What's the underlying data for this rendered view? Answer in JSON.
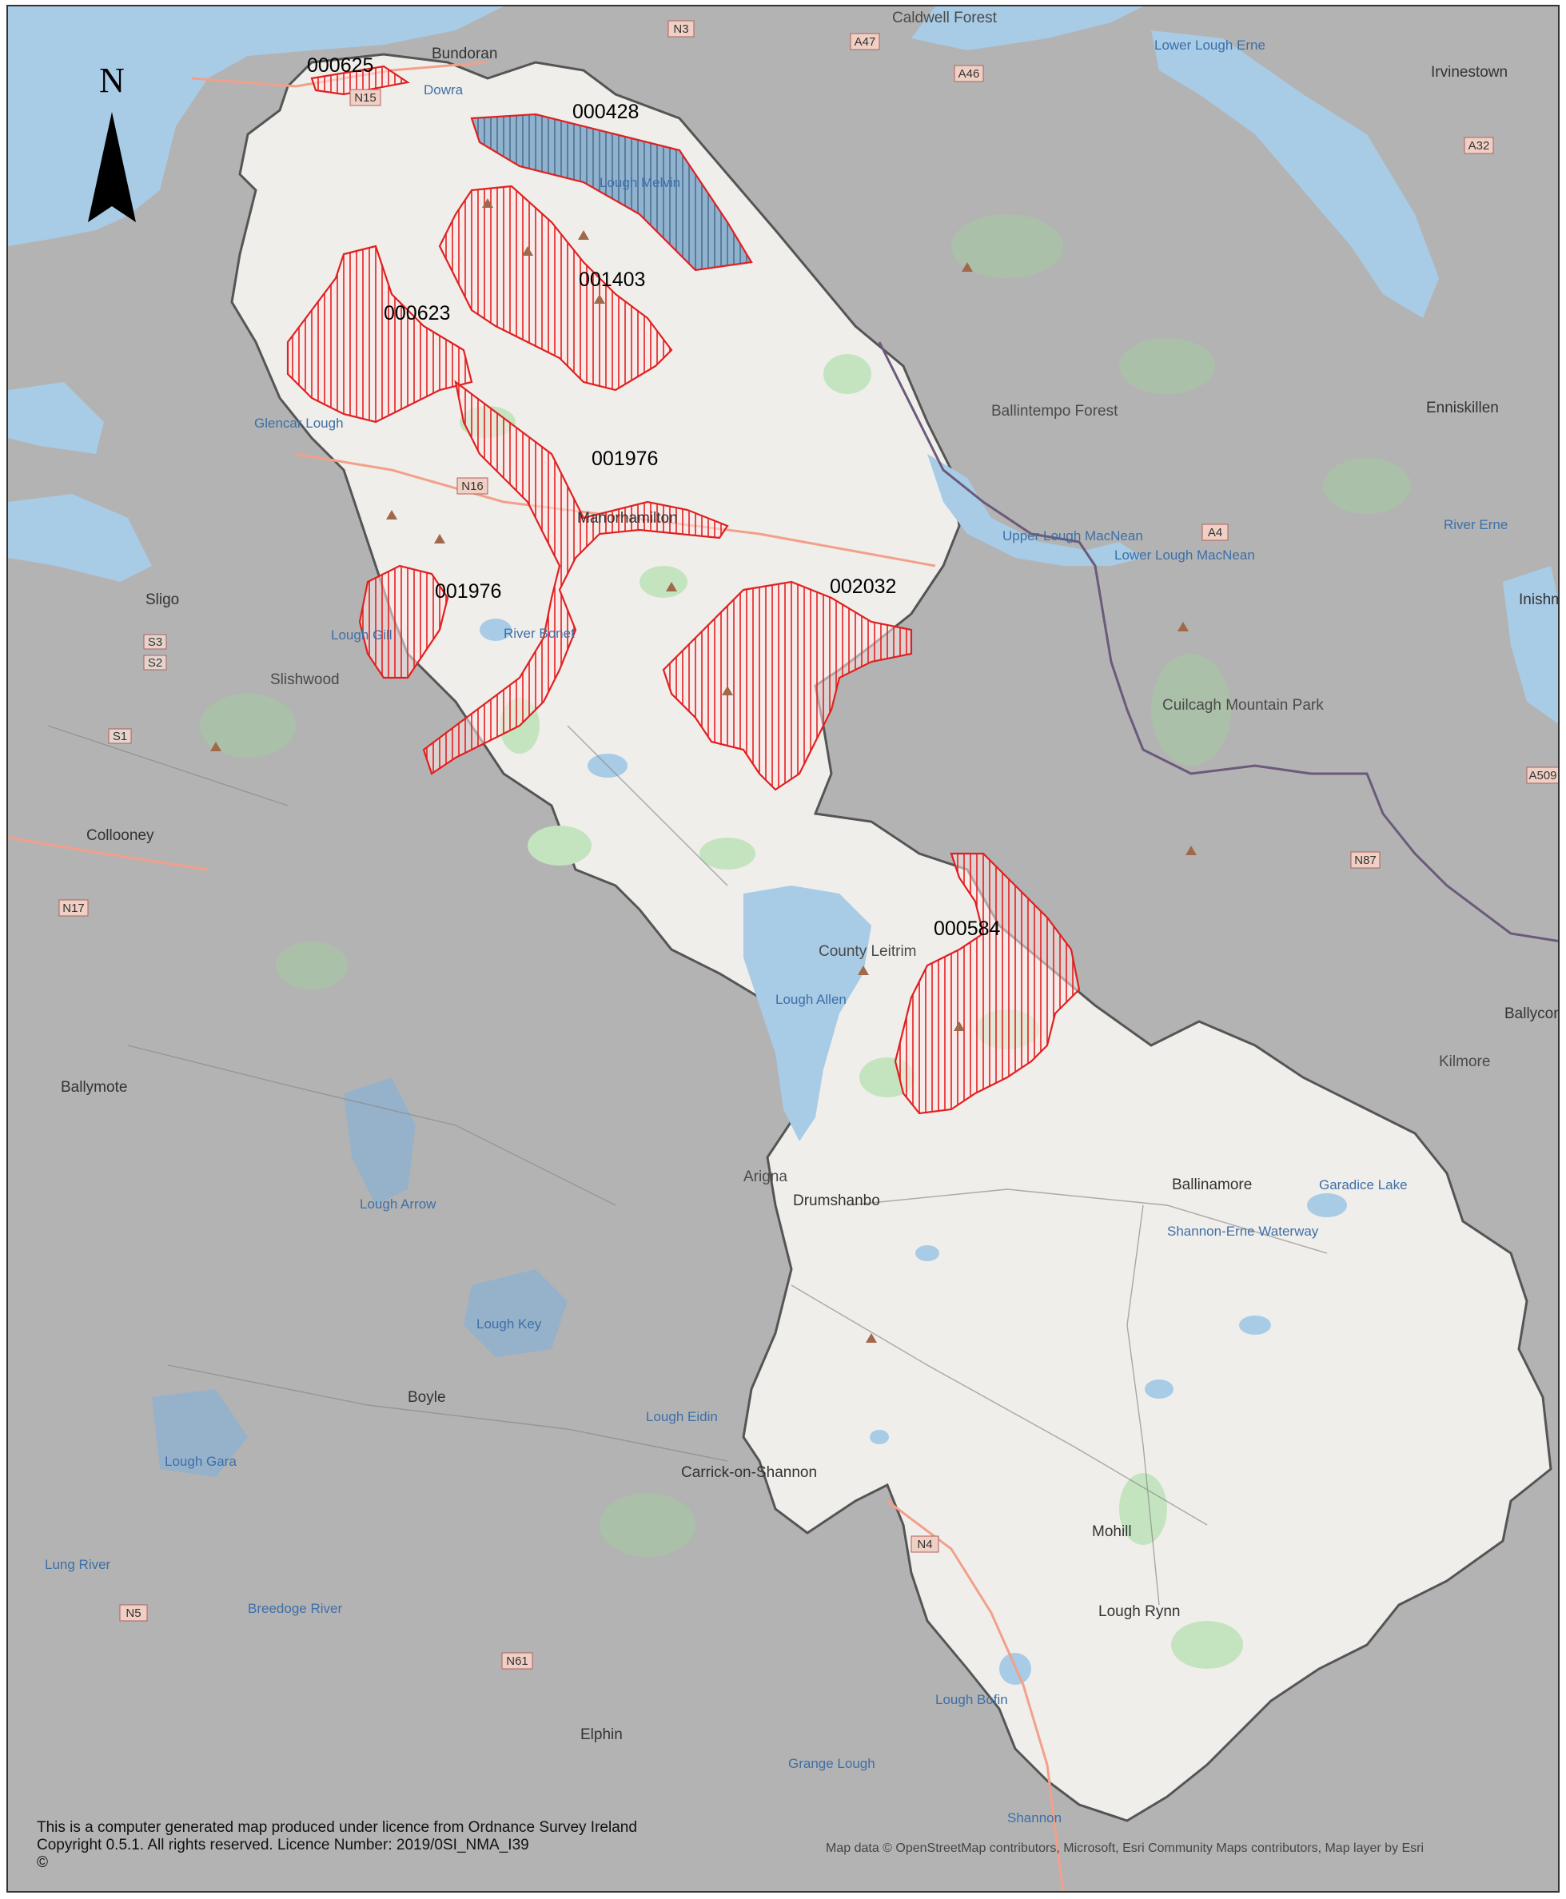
{
  "north_arrow": {
    "label": "N"
  },
  "colors": {
    "water": "#a8cbe6",
    "land_outside": "#b3b3b3",
    "land_inside": "#f0eeea",
    "woods": "#c4e4bf",
    "sac_stroke": "#e02020",
    "boundary": "#555555",
    "road_major": "#f2a08a"
  },
  "sites": [
    {
      "code": "000625"
    },
    {
      "code": "000428"
    },
    {
      "code": "001403"
    },
    {
      "code": "000623"
    },
    {
      "code": "001976"
    },
    {
      "code": "001976"
    },
    {
      "code": "002032"
    },
    {
      "code": "000584"
    }
  ],
  "places": [
    "Bundoran",
    "Irvinestown",
    "Enniskillen",
    "Ballintempo Forest",
    "Glencar Lough",
    "Manorhamilton",
    "Sligo",
    "Slishwood",
    "River Bonet",
    "Lough Gill",
    "Collooney",
    "Ballymote",
    "Cuilcagh Mountain Park",
    "Inishmore",
    "Upper Lough MacNean",
    "Lower Lough MacNean",
    "River Erne",
    "County Leitrim",
    "Lough Allen",
    "Ballyconnell",
    "Drumshanbo",
    "Ballinamore",
    "Garadice Lake",
    "Shannon-Erne Waterway",
    "Lough Arrow",
    "Lough Key",
    "Boyle",
    "Lough Eidin",
    "Lough Gara",
    "Carrick-on-Shannon",
    "Mohill",
    "Lough Rynn",
    "Lung River",
    "Breedoge River",
    "Elphin",
    "Grange Lough",
    "Lough Bofin",
    "Shannon",
    "Lough Melvin",
    "Lower Lough Erne",
    "Caldwell Forest",
    "Dowra",
    "Kilmore",
    "Arigna"
  ],
  "roads": [
    "N15",
    "N3",
    "A47",
    "A46",
    "A32",
    "N16",
    "A4",
    "S3",
    "S2",
    "S1",
    "N17",
    "N4",
    "N87",
    "A509",
    "N5",
    "N61"
  ],
  "licence": {
    "line1": "This is a computer generated map produced under licence from Ordnance Survey Ireland",
    "line2": "Copyright 0.5.1. All rights reserved. Licence Number: 2019/0SI_NMA_I39",
    "line3": "©"
  },
  "attribution": "Map data © OpenStreetMap contributors, Microsoft, Esri Community Maps contributors, Map layer by Esri"
}
